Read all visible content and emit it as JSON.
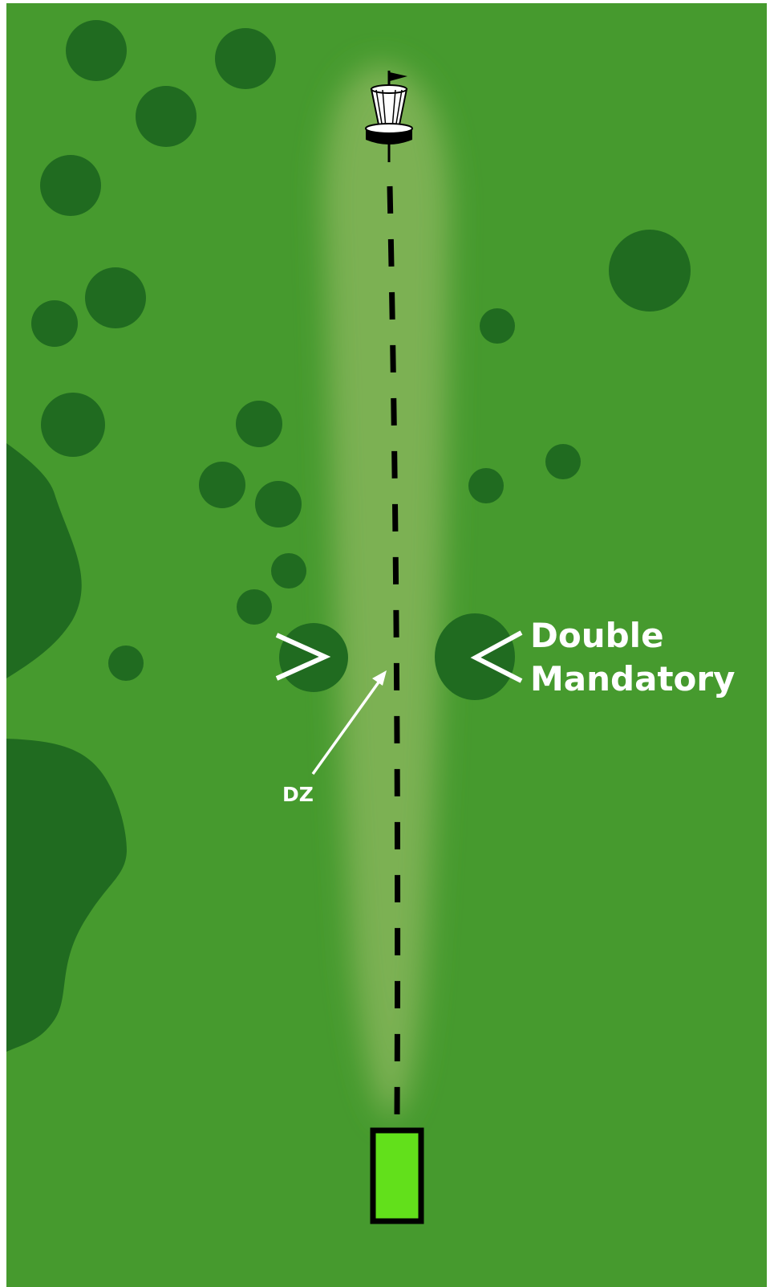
{
  "hole_map": {
    "labels": {
      "mandatory_line1": "Double",
      "mandatory_line2": "Mandatory",
      "drop_zone": "DZ"
    },
    "icons": {
      "target": "disc-golf-basket-icon",
      "tee": "tee-pad-icon",
      "drop_zone_pointer": "arrow-icon",
      "mandatory_markers": "chevron-icon"
    },
    "colors": {
      "grass": "#469a2e",
      "trees": "#206b20",
      "fairway": "#7bb152",
      "tee_fill": "#62e01b",
      "tee_outline": "#000000",
      "flight_path": "#000000",
      "annotation": "#ffffff",
      "page_border": "#ffffff"
    },
    "flight_path_style": "dashed"
  }
}
